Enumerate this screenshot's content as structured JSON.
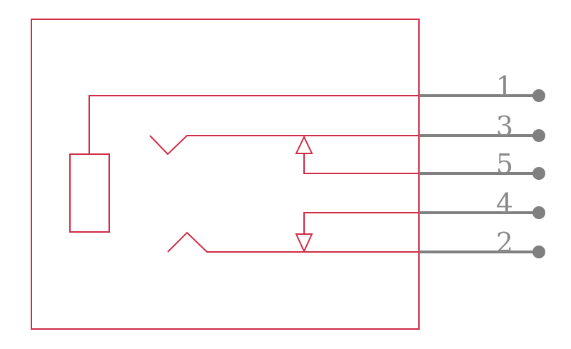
{
  "colors": {
    "body": "#d12c45",
    "pin": "#808080",
    "pin_label": "#8a8a8a",
    "background": "#ffffff"
  },
  "pins": [
    {
      "number": "1"
    },
    {
      "number": "3"
    },
    {
      "number": "5"
    },
    {
      "number": "4"
    },
    {
      "number": "2"
    }
  ]
}
